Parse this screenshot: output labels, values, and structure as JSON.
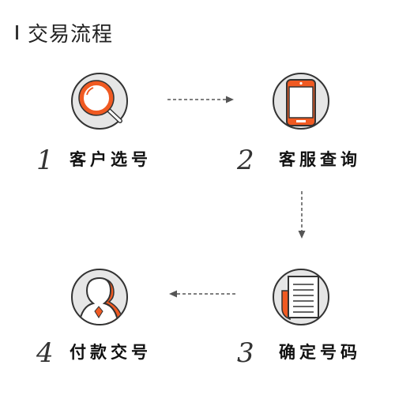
{
  "page": {
    "title": "交易流程"
  },
  "steps": [
    {
      "number": "1",
      "label": "客户选号",
      "icon": "magnifier-icon"
    },
    {
      "number": "2",
      "label": "客服查询",
      "icon": "phone-icon"
    },
    {
      "number": "3",
      "label": "确定号码",
      "icon": "document-icon"
    },
    {
      "number": "4",
      "label": "付款交号",
      "icon": "user-icon"
    }
  ],
  "colors": {
    "accent": "#f05a22",
    "outline": "#333333",
    "circle_fill": "#e6e6e6",
    "arrow": "#555555"
  }
}
